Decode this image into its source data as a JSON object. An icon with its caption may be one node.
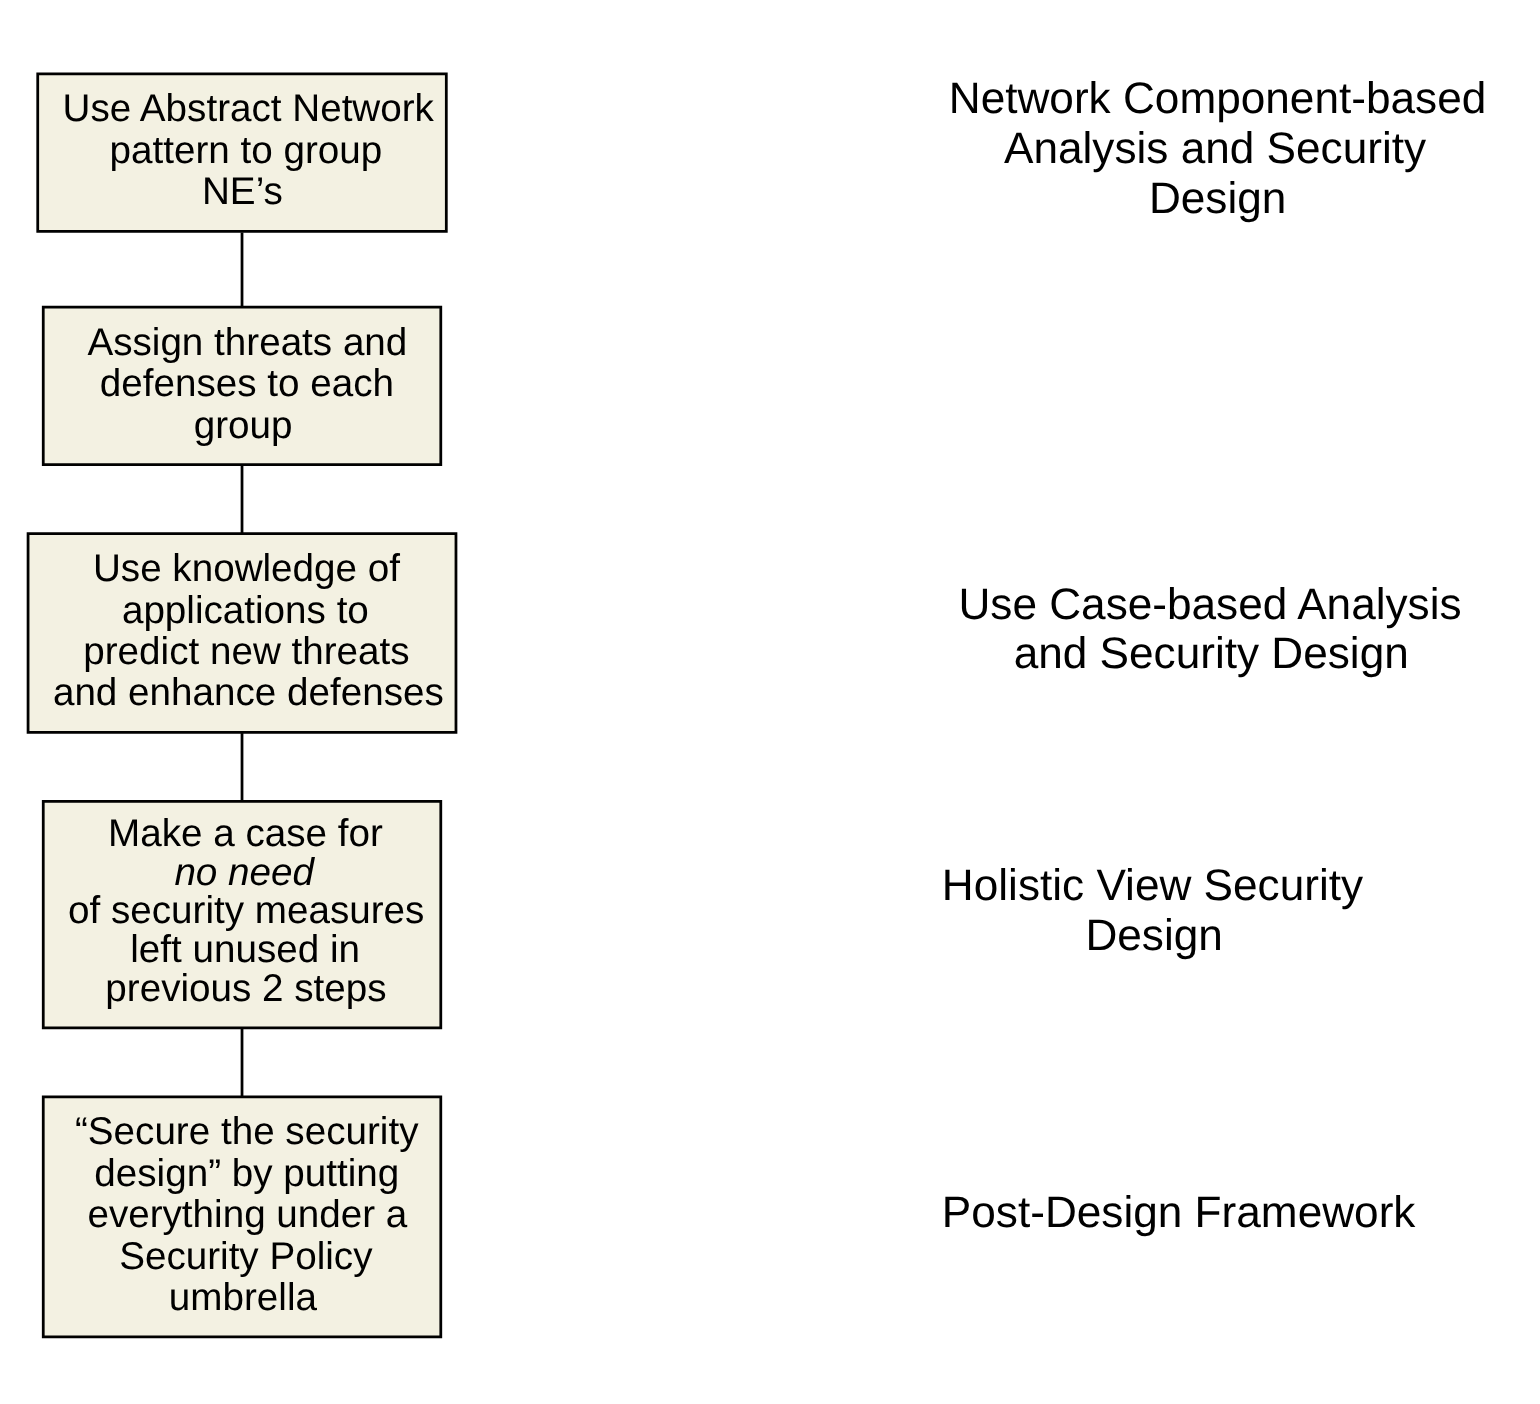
{
  "diagram": {
    "nodes": [
      {
        "text": [
          "Use Abstract Network pattern to group NE’s"
        ]
      },
      {
        "text": [
          "Assign threats and defenses to each group"
        ]
      },
      {
        "text": [
          "Use knowledge of applications to predict new threats and enhance defenses"
        ]
      },
      {
        "text": [
          "Make a case for *no need* of security measures left unused in previous 2 steps"
        ]
      },
      {
        "text": [
          "“Secure the security design” by putting everything under a Security Policy umbrella"
        ]
      }
    ],
    "edges": [
      {
        "from": 0,
        "to": 1,
        "arrow": "none"
      },
      {
        "from": 1,
        "to": 2,
        "arrow": "none"
      },
      {
        "from": 2,
        "to": 3,
        "arrow": "none"
      },
      {
        "from": 3,
        "to": 4,
        "arrow": "none"
      }
    ],
    "labels": [
      "Network Component-based Analysis and Security Design",
      "Use Case-based Analysis and Security Design",
      "Holistic View Security Design",
      "Post-Design Framework"
    ]
  }
}
